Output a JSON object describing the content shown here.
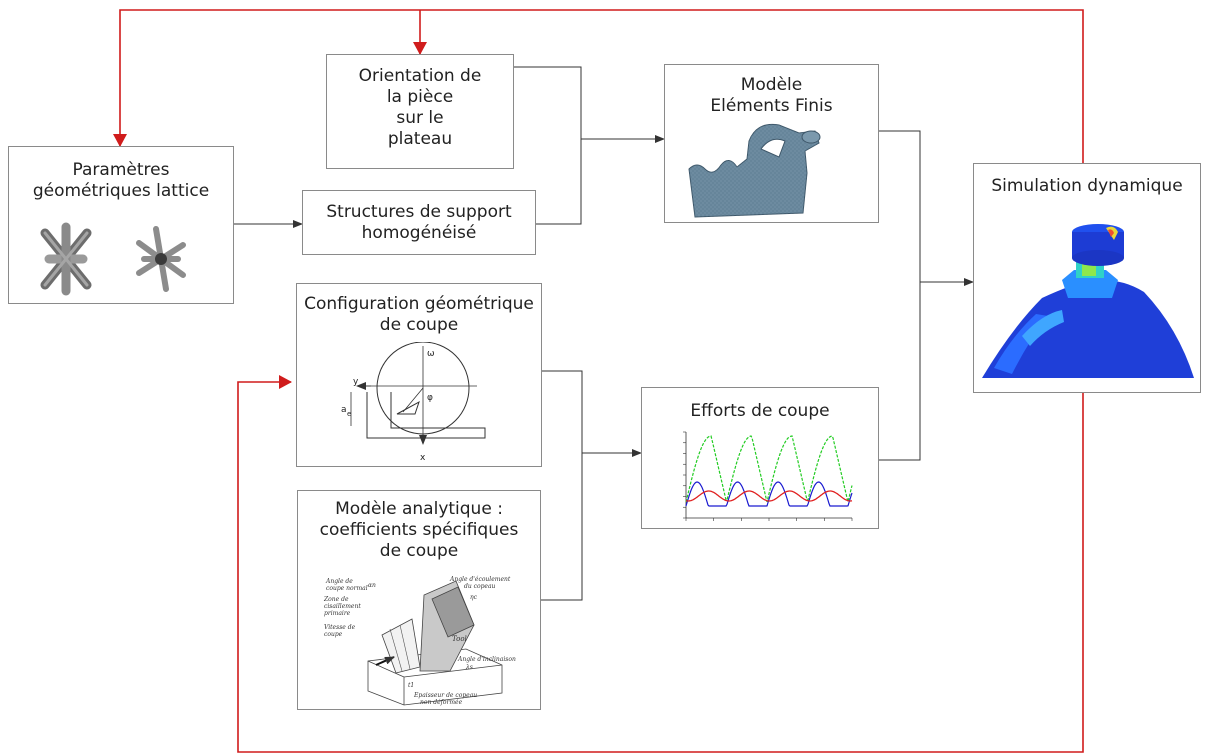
{
  "boxes": {
    "params": "Paramètres\ngéométriques lattice",
    "orientation": "Orientation de\nla pièce\nsur le\nplateau",
    "supports": "Structures de support\nhomogénéisé",
    "fem": "Modèle\nEléments Finis",
    "config": "Configuration géométrique\nde coupe",
    "analytic": "Modèle analytique :\ncoefficients spécifiques\nde coupe",
    "efforts": "Efforts de coupe",
    "simulation": "Simulation dynamique"
  },
  "cutting_sketch": {
    "omega": "ω",
    "phi": "φ",
    "y": "y",
    "x": "x",
    "ae": "a",
    "ae_sub": "e"
  },
  "tool_figure": {
    "labels": [
      "Angle de\ncoupe normal",
      "Angle d'écoulement\ndu copeau",
      "Zone de\ncisaillement\nprimaire",
      "Vitesse de\ncoupe",
      "Tool",
      "Angle d'inclinaison",
      "Epaisseur de copeau\nnon déformée"
    ],
    "symbols": [
      "αn",
      "ηc",
      "λs",
      "t1"
    ]
  },
  "colors": {
    "feedback": "#d01c1c",
    "wire": "#333333",
    "series_green": "#22cc22",
    "series_blue": "#1a1ad0",
    "series_red": "#e02020"
  }
}
